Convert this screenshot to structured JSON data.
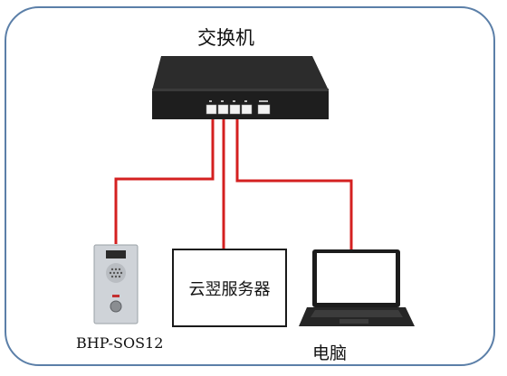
{
  "diagram": {
    "switch": {
      "title": "交换机",
      "icon": "network-switch-icon"
    },
    "sos_terminal": {
      "label": "BHP-SOS12",
      "icon": "sos-intercom-icon"
    },
    "server": {
      "label": "云翌服务器"
    },
    "computer": {
      "label": "电脑",
      "icon": "laptop-icon"
    },
    "colors": {
      "frame": "#5b7fa8",
      "cable": "#d42020",
      "device": "#1e1e1e"
    }
  }
}
